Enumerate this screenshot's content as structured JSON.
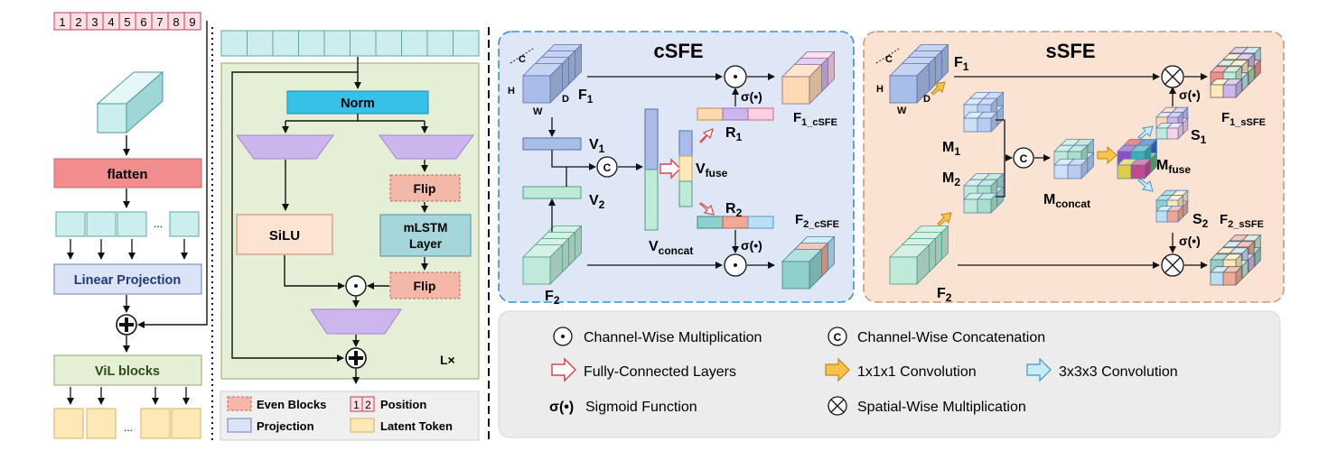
{
  "vit": {
    "positions": [
      "1",
      "2",
      "3",
      "4",
      "5",
      "6",
      "7",
      "8",
      "9"
    ],
    "flatten": "flatten",
    "ellipsis": "...",
    "linear_projection": "Linear Projection",
    "vil_blocks": "ViL blocks"
  },
  "block": {
    "norm": "Norm",
    "silu": "SiLU",
    "flip_top": "Flip",
    "mlstm_1": "mLSTM",
    "mlstm_2": "Layer",
    "flip_bottom": "Flip",
    "repeat": "L×"
  },
  "legend_left": {
    "even_blocks": "Even Blocks",
    "position_glyph_1": "1",
    "position_glyph_2": "2",
    "position": "Position",
    "projection": "Projection",
    "latent_token": "Latent Token"
  },
  "csfe": {
    "title": "cSFE",
    "axis_c": "C",
    "axis_h": "H",
    "axis_w": "W",
    "axis_d": "D",
    "f1": "F",
    "f1_sub": "1",
    "f2": "F",
    "f2_sub": "2",
    "v1": "V",
    "v1_sub": "1",
    "v2": "V",
    "v2_sub": "2",
    "vconcat": "V",
    "vconcat_sub": "concat",
    "vfuse": "V",
    "vfuse_sub": "fuse",
    "r1": "R",
    "r1_sub": "1",
    "r2": "R",
    "r2_sub": "2",
    "sigma_top": "σ(•)",
    "sigma_bottom": "σ(•)",
    "out1": "F",
    "out1_sub": "1_cSFE",
    "out2": "F",
    "out2_sub": "2_cSFE",
    "concat_symbol": "C"
  },
  "ssfe": {
    "title": "sSFE",
    "axis_c": "C",
    "axis_h": "H",
    "axis_w": "W",
    "axis_d": "D",
    "f1": "F",
    "f1_sub": "1",
    "f2": "F",
    "f2_sub": "2",
    "m1": "M",
    "m1_sub": "1",
    "m2": "M",
    "m2_sub": "2",
    "mconcat": "M",
    "mconcat_sub": "concat",
    "mfuse": "M",
    "mfuse_sub": "fuse",
    "s1": "S",
    "s1_sub": "1",
    "s2": "S",
    "s2_sub": "2",
    "sigma_top": "σ(•)",
    "sigma_bottom": "σ(•)",
    "out1": "F",
    "out1_sub": "1_sSFE",
    "out2": "F",
    "out2_sub": "2_sSFE",
    "concat_symbol": "C"
  },
  "legend_right": {
    "channel_mult": "Channel-Wise Multiplication",
    "channel_concat": "Channel-Wise Concatenation",
    "fc_layers": "Fully-Connected Layers",
    "conv1": "1x1x1 Convolution",
    "conv3": "3x3x3 Convolution",
    "sigmoid_symbol": "σ(•)",
    "sigmoid": "Sigmoid Function",
    "spatial_mult": "Spatial-Wise Multiplication",
    "concat_symbol": "C"
  },
  "colors": {
    "csfe_bg": "#dfe6f6",
    "ssfe_bg": "#fbe3d3",
    "block_bg": "#e4efd6",
    "norm": "#36c2e8",
    "flatten": "#f28d8d",
    "projection": "#dce3f7",
    "token": "#cdeeee",
    "latent": "#fde9b7",
    "purple": "#cdb6ee",
    "silu": "#fde3d1",
    "mlstm": "#a5d6dc",
    "flip": "#f4b8a8"
  }
}
